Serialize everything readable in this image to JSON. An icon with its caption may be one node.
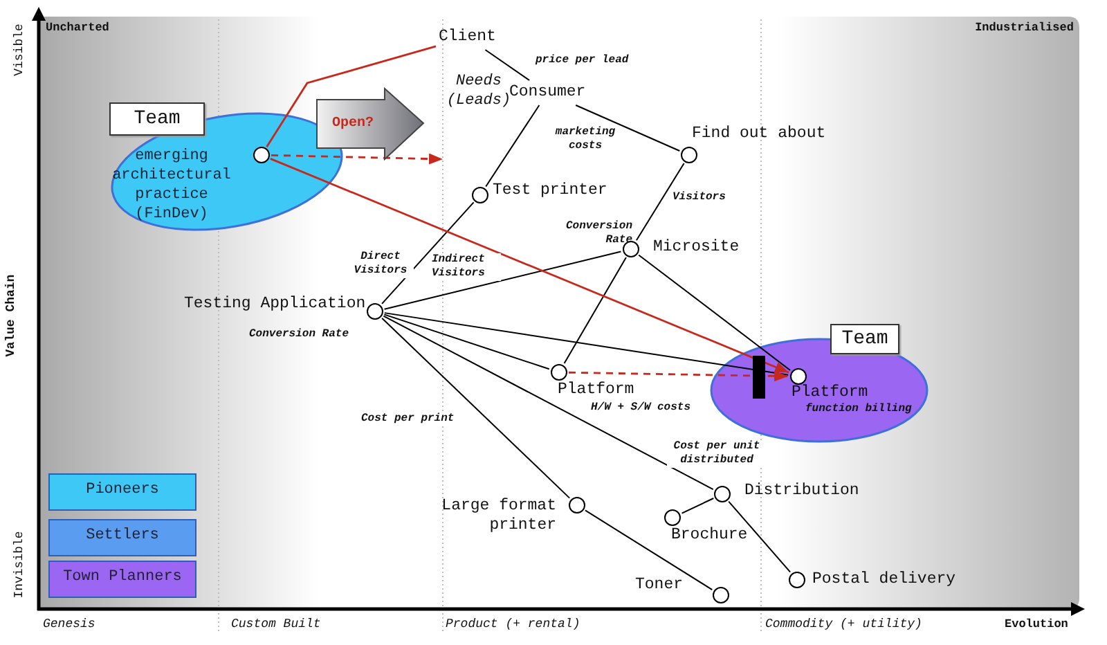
{
  "diagram": {
    "nodes": [
      {
        "text": [
          "Client"
        ]
      },
      {
        "text": [
          "Consumer"
        ]
      },
      {
        "text": [
          "Find out about"
        ]
      },
      {
        "text": [
          "Test printer"
        ]
      },
      {
        "text": [
          "Microsite"
        ]
      },
      {
        "text": [
          "Testing Application"
        ]
      },
      {
        "text": [
          "Platform"
        ]
      },
      {
        "text": [
          "Team",
          "emerging architectural practice (FinDev)"
        ]
      },
      {
        "text": [],
        "shape": "circle",
        "in": 7
      },
      {
        "text": [
          "Open?"
        ]
      },
      {
        "text": [
          "Team"
        ]
      },
      {
        "text": [
          "Platform"
        ],
        "beside": [
          "function billing"
        ],
        "in": 10
      },
      {
        "text": [
          "Large format printer"
        ]
      },
      {
        "text": [
          "Distribution"
        ]
      },
      {
        "text": [
          "Brochure"
        ]
      },
      {
        "text": [
          "Toner"
        ]
      },
      {
        "text": [
          "Postal delivery"
        ]
      }
    ],
    "edges": [
      {
        "from": 0,
        "to": 1,
        "arrow": "none",
        "label": "price per lead"
      },
      {
        "from": 1,
        "to": 3,
        "arrow": "none"
      },
      {
        "from": 1,
        "to": 2,
        "arrow": "none"
      },
      {
        "from": 3,
        "to": 5,
        "arrow": "none",
        "label": "Direct Visitors"
      },
      {
        "from": 2,
        "to": 4,
        "arrow": "none",
        "label": "Visitors"
      },
      {
        "from": 5,
        "to": 4,
        "arrow": "none",
        "label": "Indirect Visitors"
      },
      {
        "from": 4,
        "to": 6,
        "arrow": "none"
      },
      {
        "from": 4,
        "to": 11,
        "arrow": "none"
      },
      {
        "from": 5,
        "to": 11,
        "arrow": "none"
      },
      {
        "from": 5,
        "to": 6,
        "arrow": "none"
      },
      {
        "from": 5,
        "to": 13,
        "arrow": "none",
        "label": "Cost per unit distributed"
      },
      {
        "from": 5,
        "to": 12,
        "arrow": "none",
        "label": "Cost per print"
      },
      {
        "from": 12,
        "to": 15,
        "arrow": "none"
      },
      {
        "from": 13,
        "to": 14,
        "arrow": "none"
      },
      {
        "from": 13,
        "to": 16,
        "arrow": "none"
      },
      {
        "from": 8,
        "to": 0,
        "arrow": "none",
        "color": "#c8281c"
      },
      {
        "from": 8,
        "to": null,
        "arrow": "to",
        "style": "dashed",
        "color": "#c8281c"
      },
      {
        "from": 8,
        "to": 11,
        "arrow": "to",
        "color": "#c8281c"
      },
      {
        "from": 6,
        "to": 11,
        "arrow": "to",
        "style": "dashed",
        "color": "#c8281c"
      }
    ],
    "labels": [
      "Uncharted",
      "Industrialised",
      "Visible",
      "Value Chain",
      "Invisible",
      "Needs (Leads)",
      "marketing costs",
      "Conversion Rate",
      "Conversion Rate",
      "H/W + S/W costs",
      "Genesis",
      "Custom Built",
      "Product (+ rental)",
      "Commodity (+ utility)",
      "Evolution"
    ],
    "legend": [
      {
        "text": "Pioneers",
        "color": "#3ec8f5"
      },
      {
        "text": "Settlers",
        "color": "#5a9cf0"
      },
      {
        "text": "Town Planners",
        "color": "#9a66f2"
      }
    ]
  }
}
